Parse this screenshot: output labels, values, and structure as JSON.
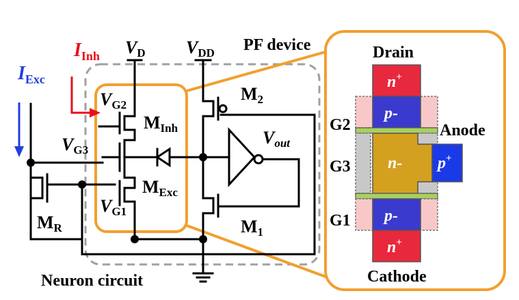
{
  "labels": {
    "i_exc": "I",
    "i_exc_sub": "Exc",
    "i_inh": "I",
    "i_inh_sub": "Inh",
    "vd": "V",
    "vd_sub": "D",
    "vdd": "V",
    "vdd_sub": "DD",
    "pf_device": "PF device",
    "vg2": "V",
    "vg2_sub": "G2",
    "vg3": "V",
    "vg3_sub": "G3",
    "vg1": "V",
    "vg1_sub": "G1",
    "m_inh": "M",
    "m_inh_sub": "Inh",
    "m_exc": "M",
    "m_exc_sub": "Exc",
    "m2": "M",
    "m2_sub": "2",
    "m1": "M",
    "m1_sub": "1",
    "mr": "M",
    "mr_sub": "R",
    "vout": "V",
    "vout_sub": "out",
    "neuron_circuit": "Neuron circuit"
  },
  "device": {
    "drain": "Drain",
    "cathode": "Cathode",
    "anode": "Anode",
    "g1": "G1",
    "g2": "G2",
    "g3": "G3",
    "n_plus_top": "n",
    "n_plus_top_sup": "+",
    "p_minus_top": "p-",
    "n_minus": "n-",
    "p_plus": "p",
    "p_plus_sup": "+",
    "p_minus_bottom": "p-",
    "n_plus_bottom": "n",
    "n_plus_bottom_sup": "+"
  },
  "colors": {
    "orange": "#F0A030",
    "red_doping": "#E8283C",
    "blue_doping": "#3A3ACF",
    "gold": "#D4A020",
    "green_oxide": "#A8D060",
    "pink_gate": "#F8C8C8",
    "gray_gate": "#C8C8C8",
    "exc_arrow": "#1F3FE0",
    "inh_arrow": "#E8101C",
    "dashed": "#A0A0A0"
  }
}
